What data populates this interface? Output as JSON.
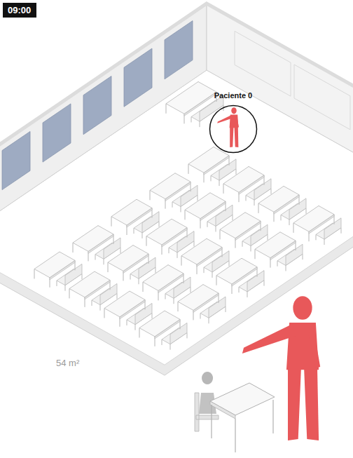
{
  "diagram": {
    "nodes": [
      {
        "text": [
          "09:00"
        ]
      },
      {
        "text": [
          "Paciente 0"
        ]
      }
    ],
    "labels": [
      "54 m²"
    ]
  }
}
